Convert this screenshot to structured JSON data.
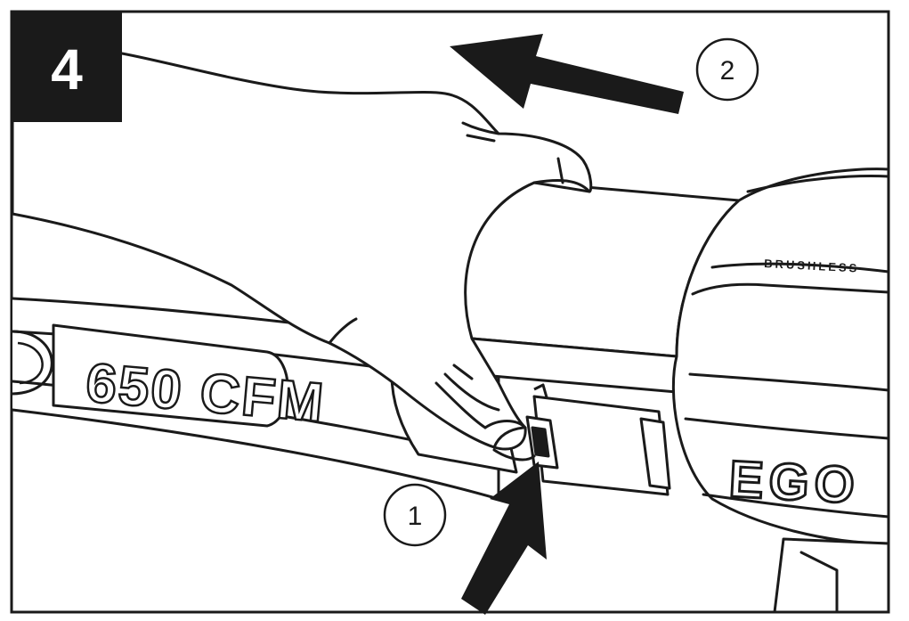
{
  "step": {
    "number": "4"
  },
  "callouts": [
    {
      "number": "1"
    },
    {
      "number": "2"
    }
  ],
  "product": {
    "model_text": "650 CFM",
    "series_text": "BRUSHLESS",
    "brand_text": "EGO"
  },
  "colors": {
    "line": "#1a1a1a",
    "background": "#ffffff",
    "badge": "#1a1a1a"
  },
  "icons": {
    "press_arrow": "arrow-up-right-icon",
    "slide_arrow": "arrow-left-icon"
  }
}
